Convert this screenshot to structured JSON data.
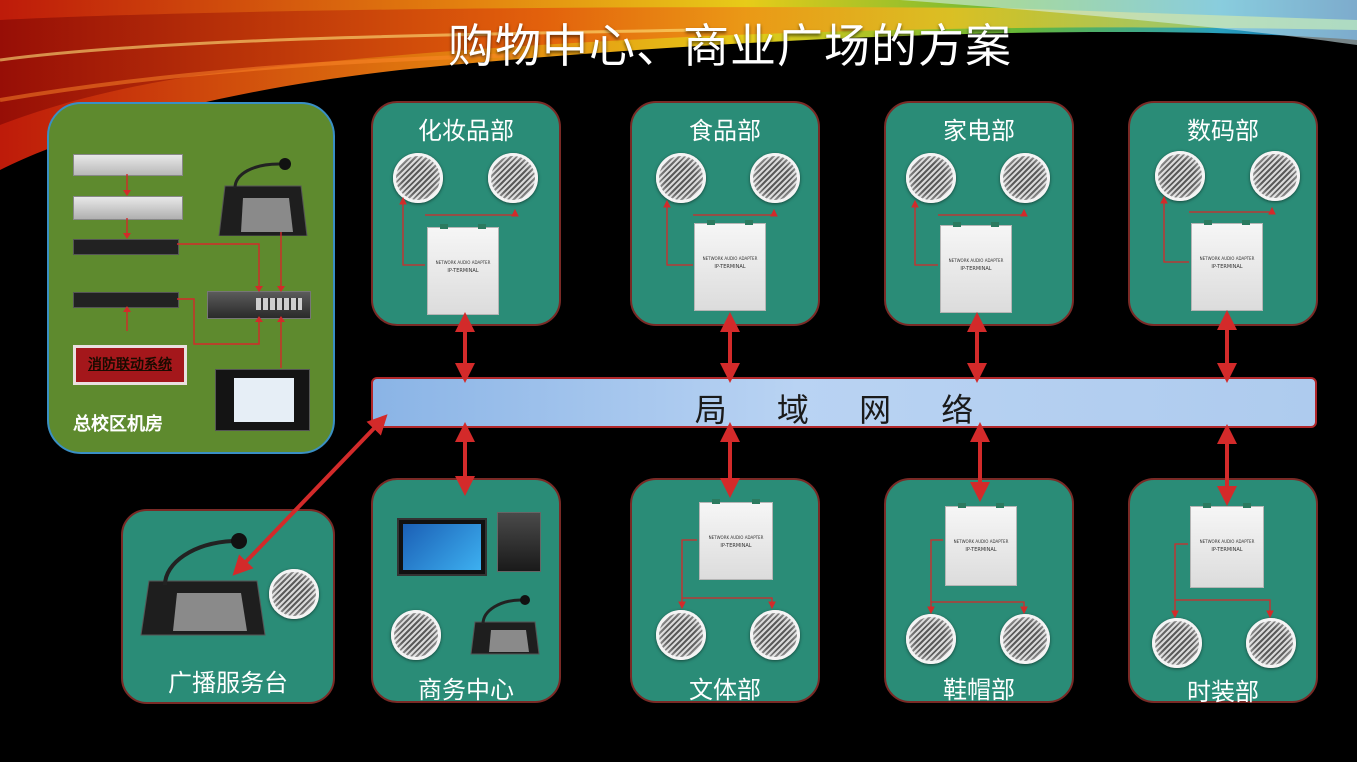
{
  "title": "购物中心、商业广场的方案",
  "lan_label": "局 域 网 络",
  "machine_room": {
    "label": "总校区机房",
    "fire_system": "消防联动系统"
  },
  "terminal_text": {
    "line1": "NETWORK AUDIO ADAPTER",
    "line2": "IP-TERMINAL"
  },
  "departments_top": [
    "化妆品部",
    "食品部",
    "家电部",
    "数码部"
  ],
  "departments_bottom": [
    "广播服务台",
    "商务中心",
    "文体部",
    "鞋帽部",
    "时装部"
  ],
  "colors": {
    "panel": "#2a8c77",
    "panel_border": "#7a2a26",
    "room": "#5e8a2e",
    "arrow": "#d32a2a",
    "lan": "#aecbee"
  }
}
